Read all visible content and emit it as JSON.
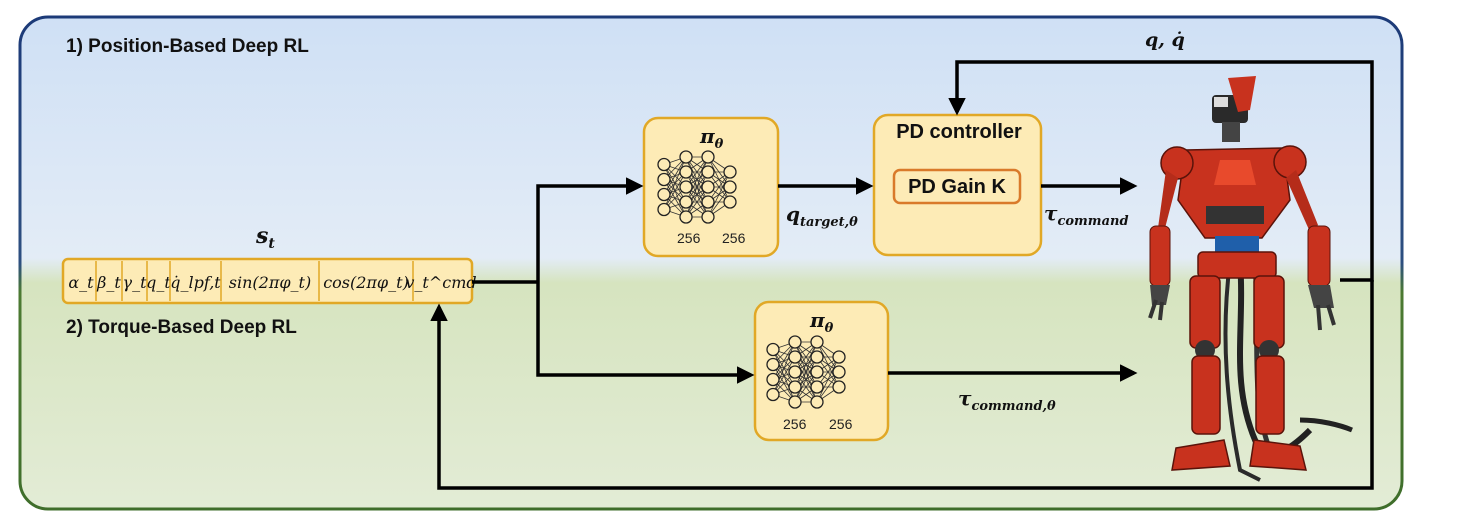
{
  "sections": {
    "position": "1) Position-Based Deep RL",
    "torque": "2) Torque-Based Deep RL"
  },
  "state": {
    "label": "s_t",
    "components": [
      "α_t",
      "β_t",
      "γ_t",
      "q_t",
      "q̇_lpf,t",
      "sin(2πφ_t)",
      "cos(2πφ_t)",
      "v_t^cmd"
    ]
  },
  "policy_top": {
    "label": "π_θ",
    "layers": [
      "256",
      "256"
    ]
  },
  "policy_bottom": {
    "label": "π_θ",
    "layers": [
      "256",
      "256"
    ]
  },
  "pd": {
    "title": "PD controller",
    "gain": "PD Gain K"
  },
  "signals": {
    "q_target": "q_target,θ",
    "tau_command": "τ_command",
    "tau_command_theta": "τ_command,θ",
    "feedback": "q, q̇"
  },
  "colors": {
    "sky": "#d7e6f7",
    "ground": "#dde8c8",
    "border": "#1f3b73",
    "box_fill": "#fdebb6",
    "box_stroke": "#e1a826",
    "gain_stroke": "#d97a2a",
    "robot": "#c8321e"
  }
}
